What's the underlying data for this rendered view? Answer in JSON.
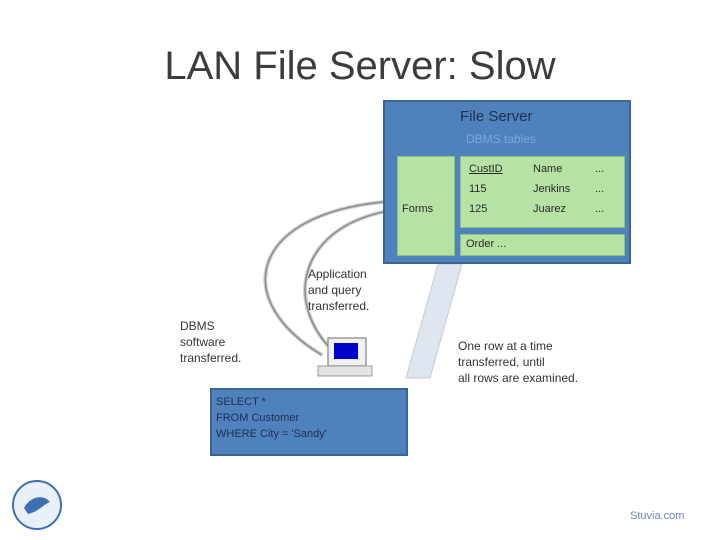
{
  "slide": {
    "title": "LAN File Server: Slow"
  },
  "file_server": {
    "title": "File Server",
    "subtitle": "DBMS tables",
    "forms_label": "Forms",
    "table": {
      "headers": [
        "CustID",
        "Name",
        "..."
      ],
      "rows": [
        [
          "115",
          "Jenkins",
          "..."
        ],
        [
          "125",
          "Juarez",
          "..."
        ]
      ]
    },
    "order_label": "Order ..."
  },
  "notes": {
    "app_query": "Application\nand query\ntransferred.",
    "dbms": "DBMS\nsoftware\ntransferred.",
    "rows": "One row at a time\ntransferred, until\nall rows are examined."
  },
  "query": {
    "text": "SELECT *\nFROM Customer\nWHERE City = 'Sandy'"
  },
  "watermark": "Stuvia.com",
  "colors": {
    "server_fill": "#4f81bd",
    "green_fill": "#b6e3a4",
    "computer_screen": "#0000cc"
  }
}
